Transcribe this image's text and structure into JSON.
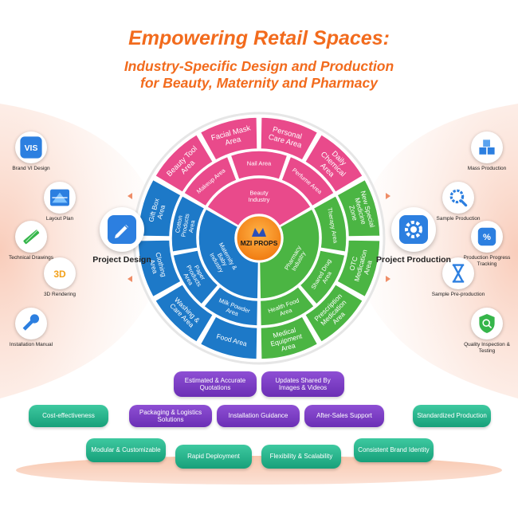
{
  "title": "Empowering Retail Spaces:",
  "subtitle_line1": "Industry-Specific Design and Production",
  "subtitle_line2": "for Beauty, Maternity and Pharmacy",
  "colors": {
    "orange": "#f26b1d",
    "pink": "#e94a8b",
    "blue": "#1d79c8",
    "green": "#4bb543",
    "purple": "#7a3cc5",
    "teal": "#23b48a"
  },
  "center_logo": "MZI PROPS",
  "segments": {
    "beauty_core": "Beauty Industry",
    "pharmacy_core": "Pharmacy Industry",
    "maternity_core": "Maternity & Baby Industry",
    "beauty_mid": [
      "Makeup Area",
      "Nail Area",
      "Perfume Area"
    ],
    "beauty_outer": [
      "Beauty Tool Area",
      "Facial Mask Area",
      "Personal Care Area",
      "Daily Chemical Area"
    ],
    "pharmacy_mid": [
      "Therapy Area",
      "Shared Drug Area",
      "Health Food Area"
    ],
    "pharmacy_outer": [
      "New Special Medicine Zone",
      "OTC Medication Area",
      "Prescription Medication Area",
      "Medical Equipment Area"
    ],
    "maternity_mid": [
      "Milk Powder Area",
      "Paper Products Area",
      "Cotton Products Area"
    ],
    "maternity_outer": [
      "Food Area",
      "Washing & Care Area",
      "Clothing Area",
      "Gift Box Area"
    ]
  },
  "left_tools": [
    {
      "label": "Brand VI Design",
      "icon": "vis-icon"
    },
    {
      "label": "Layout Plan",
      "icon": "layout-plan-icon"
    },
    {
      "label": "Technical Drawings",
      "icon": "ruler-icon"
    },
    {
      "label": "3D Rendering",
      "icon": "3d-icon"
    },
    {
      "label": "Installation Manual",
      "icon": "wrench-icon"
    }
  ],
  "left_main": "Project Design",
  "right_tools": [
    {
      "label": "Mass Production",
      "icon": "boxes-icon"
    },
    {
      "label": "Sample Production",
      "icon": "gear-search-icon"
    },
    {
      "label": "Production Progress Tracking",
      "icon": "percent-icon"
    },
    {
      "label": "Sample Pre-production",
      "icon": "hourglass-icon"
    },
    {
      "label": "Quality Inspection & Testing",
      "icon": "shield-search-icon"
    }
  ],
  "right_main": "Project Production",
  "benefits": [
    {
      "label": "Estimated & Accurate Quotations",
      "style": "purple"
    },
    {
      "label": "Updates Shared By Images & Videos",
      "style": "purple"
    },
    {
      "label": "Cost-effectiveness",
      "style": "green"
    },
    {
      "label": "Packaging & Logistics Solutions",
      "style": "purple"
    },
    {
      "label": "Installation Guidance",
      "style": "purple"
    },
    {
      "label": "After-Sales Support",
      "style": "purple"
    },
    {
      "label": "Standardized Production",
      "style": "green"
    },
    {
      "label": "Modular & Customizable",
      "style": "green"
    },
    {
      "label": "Rapid Deployment",
      "style": "green"
    },
    {
      "label": "Flexibility & Scalability",
      "style": "green"
    },
    {
      "label": "Consistent Brand Identity",
      "style": "green"
    }
  ]
}
